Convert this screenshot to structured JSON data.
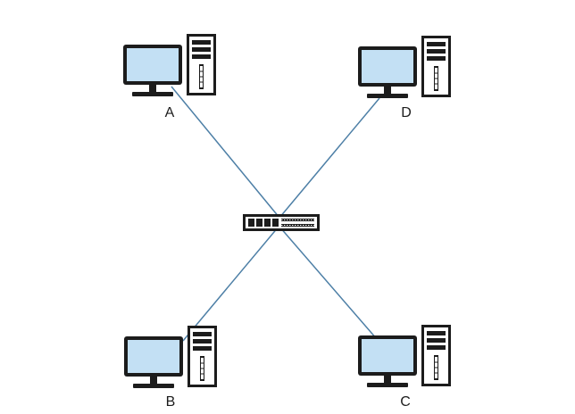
{
  "diagram": {
    "colors": {
      "background": "#ffffff",
      "link": "#4d7fa6",
      "screen": "#c3e0f4",
      "outline": "#1c1c1c",
      "tower": "#ffffff",
      "switch_body": "#ffffff"
    },
    "hub": {
      "icon": "network-switch-icon"
    },
    "nodes": [
      {
        "id": "A",
        "label": "A",
        "icon": "desktop-computer-icon"
      },
      {
        "id": "D",
        "label": "D",
        "icon": "desktop-computer-icon"
      },
      {
        "id": "B",
        "label": "B",
        "icon": "desktop-computer-icon"
      },
      {
        "id": "C",
        "label": "C",
        "icon": "desktop-computer-icon"
      }
    ],
    "links": [
      {
        "from": "A",
        "to": "hub"
      },
      {
        "from": "D",
        "to": "hub"
      },
      {
        "from": "B",
        "to": "hub"
      },
      {
        "from": "C",
        "to": "hub"
      }
    ]
  }
}
